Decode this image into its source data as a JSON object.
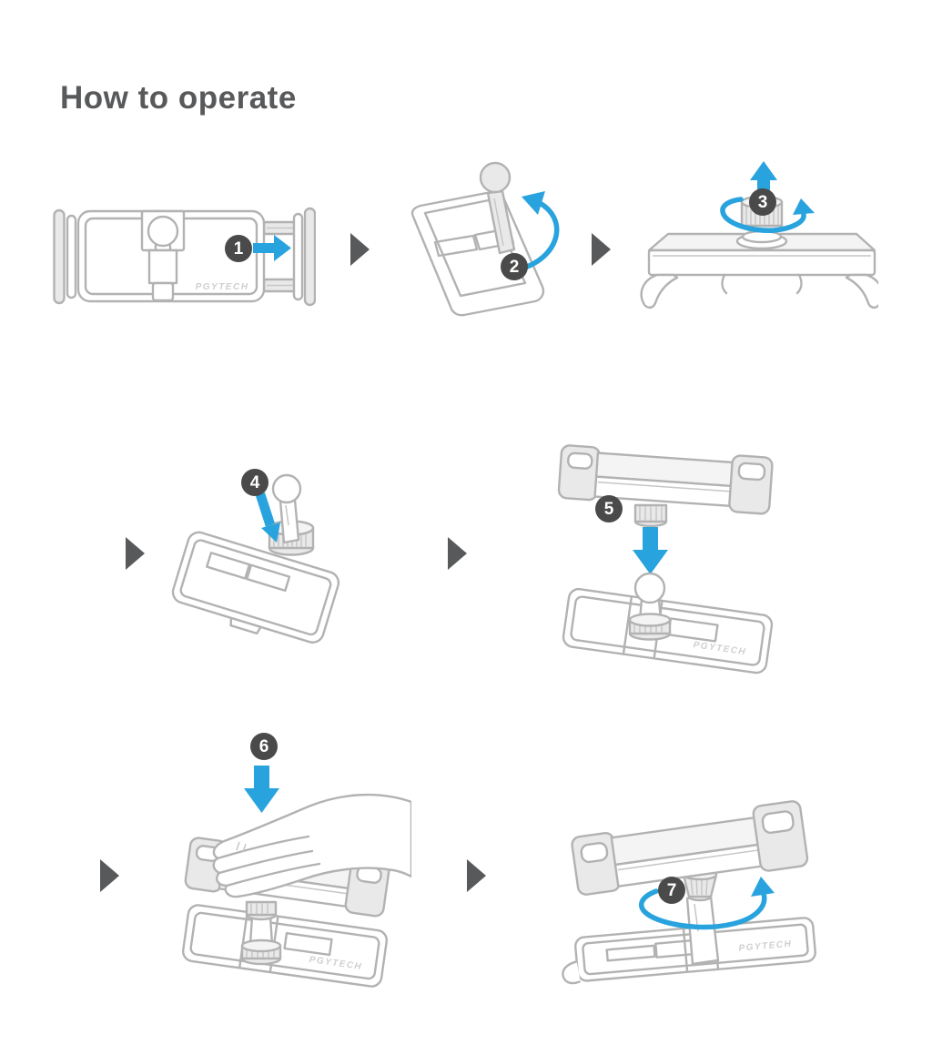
{
  "page": {
    "title": "How to operate",
    "background": "#ffffff"
  },
  "brand": "PGYTECH",
  "colors": {
    "accent_blue": "#29a3de",
    "badge_gray": "#4a4a4a",
    "outline_gray": "#b2b2b2",
    "text_gray": "#58595b"
  },
  "separator_icon": "triangle-right",
  "steps": [
    {
      "number": "1",
      "illustration": "phone-clamp-slide-out",
      "motion_arrow": "right"
    },
    {
      "number": "2",
      "illustration": "flip-up-ball-arm",
      "motion_arrow": "curved-up"
    },
    {
      "number": "3",
      "illustration": "unscrew-knob-and-lift",
      "motion_arrow": "up-with-rotation"
    },
    {
      "number": "4",
      "illustration": "place-knob-on-ball-arm",
      "motion_arrow": "down"
    },
    {
      "number": "5",
      "illustration": "attach-holder-to-ball",
      "motion_arrow": "down"
    },
    {
      "number": "6",
      "illustration": "press-holder-down",
      "motion_arrow": "down"
    },
    {
      "number": "7",
      "illustration": "rotate-holder-to-adjust",
      "motion_arrow": "rotate"
    }
  ]
}
